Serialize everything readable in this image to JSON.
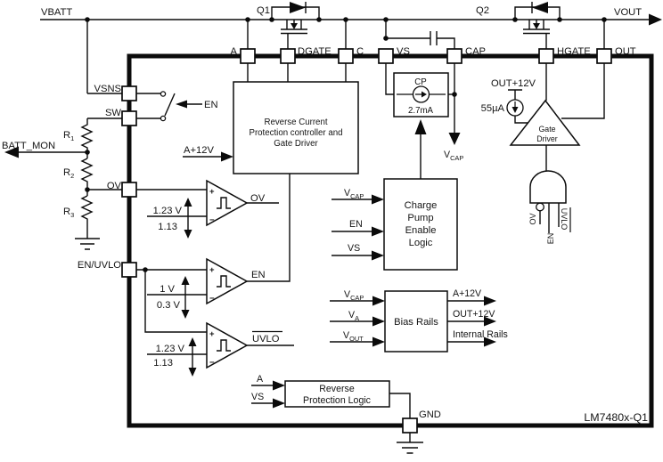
{
  "chip": {
    "name": "LM7480x-Q1"
  },
  "power": {
    "vbatt": "VBATT",
    "vout": "VOUT",
    "q1": "Q1",
    "q2": "Q2"
  },
  "pins": {
    "a": "A",
    "dgate": "DGATE",
    "c": "C",
    "vs": "VS",
    "cap": "CAP",
    "hgate": "HGATE",
    "out": "OUT",
    "vsns": "VSNS",
    "sw": "SW",
    "ov": "OV",
    "en_uvlo": "EN/UVLO",
    "gnd": "GND"
  },
  "external": {
    "batt_mon": "BATT_MON",
    "r1": {
      "base": "R",
      "sub": "1"
    },
    "r2": {
      "base": "R",
      "sub": "2"
    },
    "r3": {
      "base": "R",
      "sub": "3"
    }
  },
  "switch": {
    "label": "EN"
  },
  "signs": {
    "plus": "+",
    "minus": "−"
  },
  "comparators": {
    "ov": {
      "out": "OV",
      "rise": "1.23 V",
      "fall": "1.13"
    },
    "en": {
      "out": "EN",
      "rise": "1 V",
      "fall": "0.3 V"
    },
    "uvlo": {
      "out": "UVLO",
      "rise": "1.23 V",
      "fall": "1.13"
    }
  },
  "rcp": {
    "line1": "Reverse Current",
    "line2": "Protection controller and",
    "line3": "Gate Driver",
    "supply": "A+12V"
  },
  "cp": {
    "title": "CP",
    "current": "2.7mA"
  },
  "vcap_arrow": {
    "base": "V",
    "sub": "CAP"
  },
  "cpel": {
    "line1": "Charge",
    "line2": "Pump",
    "line3": "Enable",
    "line4": "Logic",
    "in1": {
      "base": "V",
      "sub": "CAP"
    },
    "in2": "EN",
    "in3": "VS"
  },
  "gate_driver": {
    "line1": "Gate",
    "line2": "Driver",
    "supply": "OUT+12V",
    "bias_current": "55µA"
  },
  "and_gate": {
    "in1": "OV",
    "in2": "EN",
    "in3": "UVLO"
  },
  "bias": {
    "title": "Bias Rails",
    "in1": {
      "base": "V",
      "sub": "CAP"
    },
    "in2": {
      "base": "V",
      "sub": "A"
    },
    "in3": {
      "base": "V",
      "sub": "OUT"
    },
    "out1": "A+12V",
    "out2": "OUT+12V",
    "out3": "Internal Rails"
  },
  "rpl": {
    "line1": "Reverse",
    "line2": "Protection Logic",
    "in1": "A",
    "in2": "VS"
  }
}
